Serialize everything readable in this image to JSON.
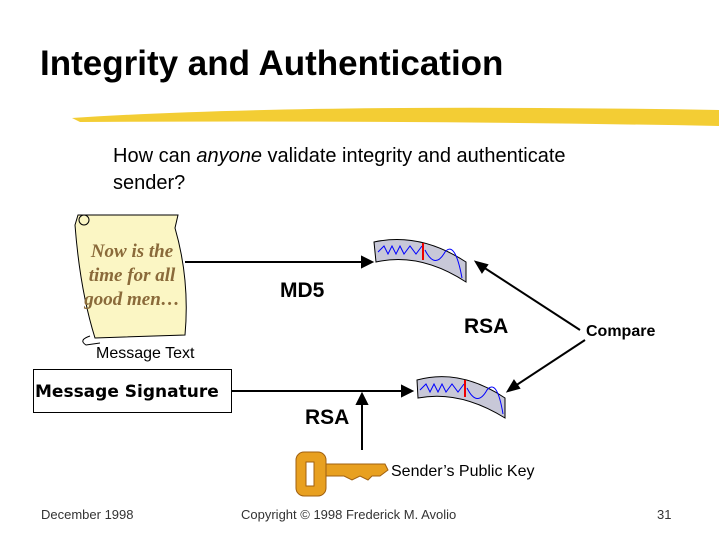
{
  "title": "Integrity and Authentication",
  "question": {
    "before": "How can ",
    "emph": "anyone",
    "after": " validate integrity and authenticate sender?"
  },
  "scroll_text": "Now is the time for all good men…",
  "labels": {
    "message_text": "Message Text",
    "message_signature": "Message Signature",
    "md5": "MD5",
    "rsa_top": "RSA",
    "rsa_bottom": "RSA",
    "compare": "Compare",
    "public_key": "Sender’s Public Key"
  },
  "footer": {
    "date": "December 1998",
    "copyright": "Copyright  © 1998 Frederick M. Avolio",
    "page": "31"
  },
  "colors": {
    "underline": "#f2c81e",
    "scroll": "#fbf6c4",
    "key": "#e8a020"
  }
}
